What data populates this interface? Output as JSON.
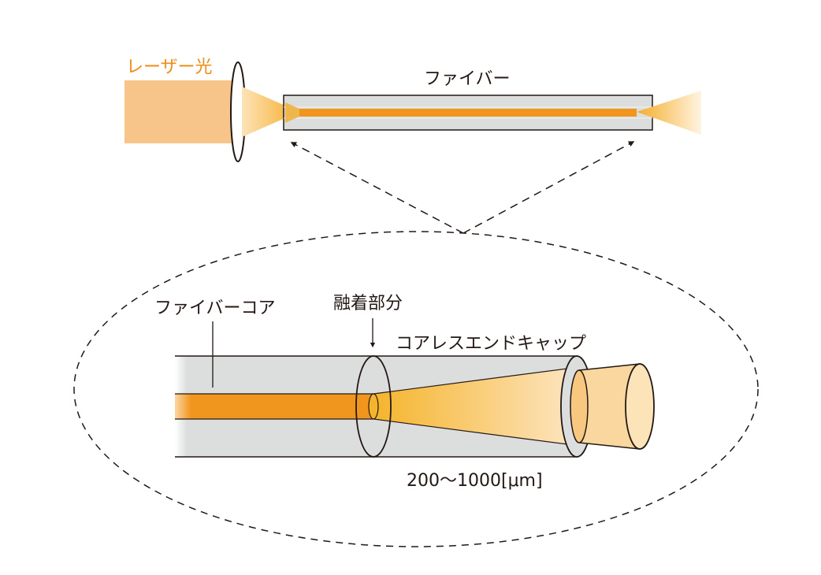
{
  "labels": {
    "laser_light": "レーザー光",
    "fiber": "ファイバー",
    "fiber_core": "ファイバーコア",
    "fusion_part": "融着部分",
    "coreless_endcap": "コアレスエンドキャップ",
    "diameter_range": "200～1000[μm]"
  },
  "colors": {
    "laser_label": "#ee8c1a",
    "laser_beam": "#f7c48a",
    "core": "#f0961e",
    "cone_bright": "#f5b42c",
    "cone_pale": "#fde3b8",
    "tube_fill": "#dcdddd",
    "outline": "#231815"
  }
}
